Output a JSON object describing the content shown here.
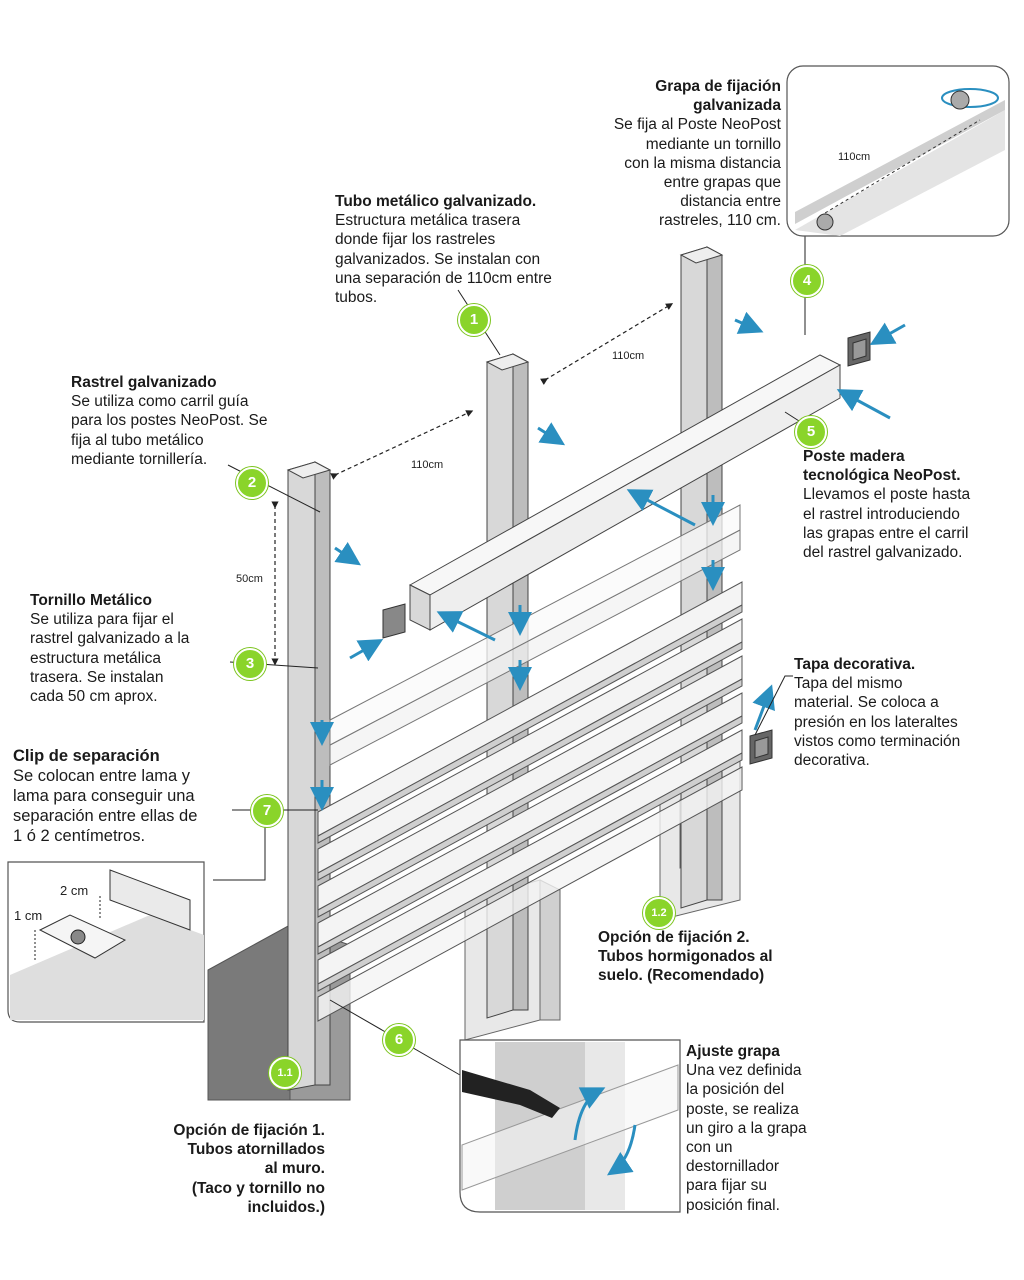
{
  "callouts": {
    "grapa": {
      "title": "Grapa de fijación\ngalvanizada",
      "body": "Se fija al Poste NeoPost\nmediante un tornillo\ncon la misma distancia\nentre grapas que\ndistancia entre\nrastreles, 110 cm."
    },
    "tubo": {
      "title": "Tubo metálico galvanizado.",
      "body": "Estructura metálica trasera\ndonde fijar los rastreles\ngalvanizados. Se instalan con\nuna separación de 110cm entre\ntubos."
    },
    "rastrel": {
      "title": "Rastrel galvanizado",
      "body": "Se utiliza como carril guía\npara los postes NeoPost. Se\nfija al tubo metálico\nmediante tornillería."
    },
    "poste": {
      "title": "Poste madera\ntecnológica NeoPost.",
      "body": "Llevamos el poste hasta\nel rastrel introduciendo\nlas grapas entre el carril\ndel rastrel galvanizado."
    },
    "tornillo": {
      "title": "Tornillo Metálico",
      "body": "Se utiliza para fijar el\nrastrel galvanizado a la\nestructura metálica\ntrasera. Se instalan\ncada 50 cm aprox."
    },
    "tapa": {
      "title": "Tapa decorativa.",
      "body": "Tapa del mismo\nmaterial. Se coloca a\npresión en los lateraltes\nvistos como terminación\ndecorativa."
    },
    "clip": {
      "title": "Clip de separación",
      "body": "Se colocan entre lama y\nlama para conseguir una\nseparación entre ellas de\n1 ó 2 centímetros."
    },
    "opcion2": {
      "title": "Opción de fijación 2.\nTubos hormigonados al\nsuelo. (Recomendado)"
    },
    "opcion1": {
      "title": "Opción de fijación 1.\nTubos atornillados\nal muro.\n(Taco y tornillo no\nincluidos.)"
    },
    "ajuste": {
      "title": "Ajuste grapa",
      "body": "Una vez definida\nla posición del\nposte, se realiza\nun giro a la grapa\ncon un\ndestornillador\npara fijar su\nposición final."
    }
  },
  "badges": {
    "b1": "1",
    "b2": "2",
    "b3": "3",
    "b4": "4",
    "b5": "5",
    "b6": "6",
    "b7": "7",
    "b11": "1.1",
    "b12": "1.2"
  },
  "dimensions": {
    "d110a": "110cm",
    "d110b": "110cm",
    "d110c": "110cm",
    "d50": "50cm",
    "d2cm": "2 cm",
    "d1cm": "1 cm"
  },
  "colors": {
    "accent": "#8ad42a",
    "arrow": "#2a8fc0",
    "metal": "#d6d6d6",
    "outline": "#333333"
  }
}
